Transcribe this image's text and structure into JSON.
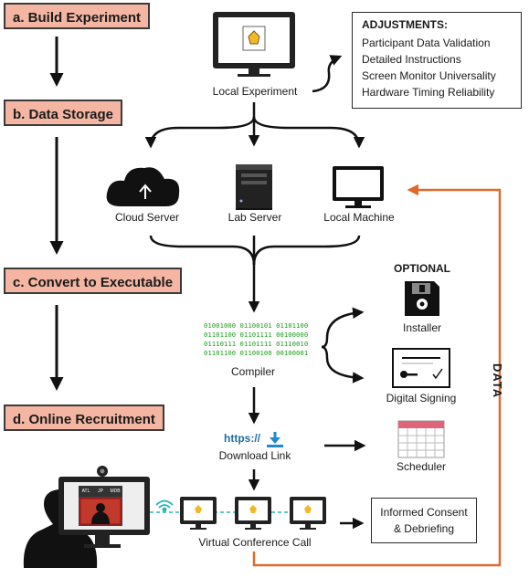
{
  "steps": [
    {
      "id": "a",
      "label": "a. Build Experiment"
    },
    {
      "id": "b",
      "label": "b. Data Storage"
    },
    {
      "id": "c",
      "label": "c. Convert to Executable"
    },
    {
      "id": "d",
      "label": "d. Online Recruitment"
    }
  ],
  "local_experiment": "Local Experiment",
  "adjustments": {
    "title": "ADJUSTMENTS:",
    "items": [
      "Participant Data Validation",
      "Detailed Instructions",
      "Screen Monitor Universality",
      "Hardware Timing Reliability"
    ]
  },
  "storage": {
    "cloud": "Cloud Server",
    "lab": "Lab Server",
    "local": "Local Machine"
  },
  "compiler": {
    "binary": [
      "01001000 01100101 01101100",
      "01101100 01101111 00100000",
      "01110111 01101111 01110010",
      "01101100 01100100 00100001"
    ],
    "label": "Compiler"
  },
  "optional": {
    "title": "OPTIONAL",
    "installer": "Installer",
    "signing": "Digital Signing"
  },
  "download": {
    "scheme": "https://",
    "label": "Download Link"
  },
  "scheduler": "Scheduler",
  "conference": "Virtual Conference Call",
  "consent": {
    "line1": "Informed Consent",
    "line2": "& Debriefing"
  },
  "data_label": "DATA",
  "call_tiles": [
    "ATL",
    "JP",
    "MDB"
  ],
  "colors": {
    "step_fill": "#f4b6a3",
    "data_arrow": "#e06a2a",
    "binary": "#20a020",
    "link": "#1f6ea0",
    "star": "#f2b829"
  }
}
